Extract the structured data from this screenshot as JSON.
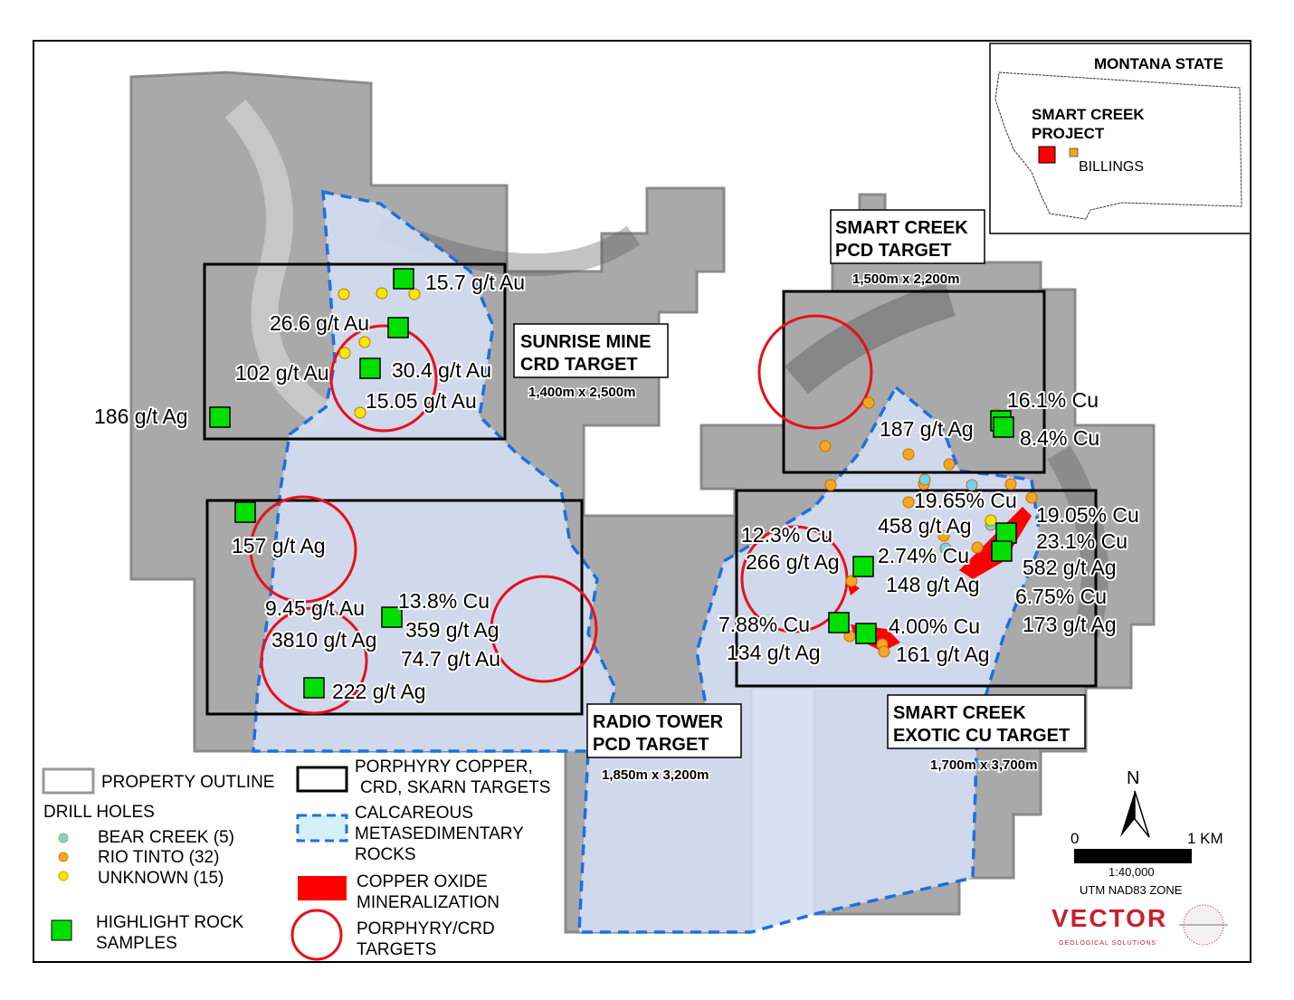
{
  "colors": {
    "property": "#a8a8a8",
    "calcareous": "#d4def2",
    "dashed": "#1f6fe0",
    "target_circle": "#e8101a",
    "copper_oxide": "#ff0000",
    "rock_sample": "#00e000",
    "rio_tinto": "#f5a623",
    "bear_creek": "#6fd3f2",
    "unknown": "#f5e800",
    "brand": "#c8202e"
  },
  "targets": [
    {
      "title_line1": "SUNRISE MINE",
      "title_line2": "CRD TARGET",
      "size": "1,400m x 2,500m"
    },
    {
      "title_line1": "RADIO TOWER",
      "title_line2": "PCD TARGET",
      "size": "1,850m x 3,200m"
    },
    {
      "title_line1": "SMART CREEK",
      "title_line2": "PCD TARGET",
      "size": "1,500m x 2,200m"
    },
    {
      "title_line1": "SMART CREEK",
      "title_line2": "EXOTIC CU TARGET",
      "size": "1,700m x 3,700m"
    }
  ],
  "assays": [
    "15.7 g/t Au",
    "26.6 g/t Au",
    "102 g/t Au",
    "30.4 g/t Au",
    "15.05 g/t Au",
    "186 g/t Ag",
    "157 g/t Ag",
    "9.45 g/t Au",
    "3810 g/t Ag",
    "13.8% Cu",
    "359 g/t Ag",
    "74.7 g/t Au",
    "222 g/t Ag",
    "16.1% Cu",
    "187 g/t Ag",
    "8.4% Cu",
    "19.65% Cu",
    "458 g/t Ag",
    "19.05% Cu",
    "23.1% Cu",
    "12.3% Cu",
    "266 g/t Ag",
    "2.74% Cu",
    "582 g/t Ag",
    "148 g/t Ag",
    "6.75% Cu",
    "7.88% Cu",
    "4.00% Cu",
    "173 g/t Ag",
    "134 g/t Ag",
    "161 g/t Ag"
  ],
  "inset": {
    "state": "MONTANA STATE",
    "project_line1": "SMART CREEK",
    "project_line2": "PROJECT",
    "city": "BILLINGS"
  },
  "legend": {
    "property_outline": "PROPERTY OUTLINE",
    "drill_holes": "DRILL HOLES",
    "bear_creek": "BEAR CREEK (5)",
    "rio_tinto": "RIO TINTO (32)",
    "unknown": "UNKNOWN (15)",
    "rock_line1": "HIGHLIGHT ROCK",
    "rock_line2": "SAMPLES",
    "targets_line1": "PORPHYRY COPPER,",
    "targets_line2": "CRD, SKARN TARGETS",
    "calc_line1": "CALCAREOUS",
    "calc_line2": "METASEDIMENTARY",
    "calc_line3": "ROCKS",
    "cuox_line1": "COPPER OXIDE",
    "cuox_line2": "MINERALIZATION",
    "circle_line1": "PORPHYRY/CRD",
    "circle_line2": "TARGETS"
  },
  "north": "N",
  "scale": {
    "start": "0",
    "end": "1 KM",
    "ratio": "1:40,000",
    "projection": "UTM NAD83 ZONE"
  },
  "logo": {
    "name": "VECTOR",
    "tagline": "GEOLOGICAL SOLUTIONS"
  }
}
